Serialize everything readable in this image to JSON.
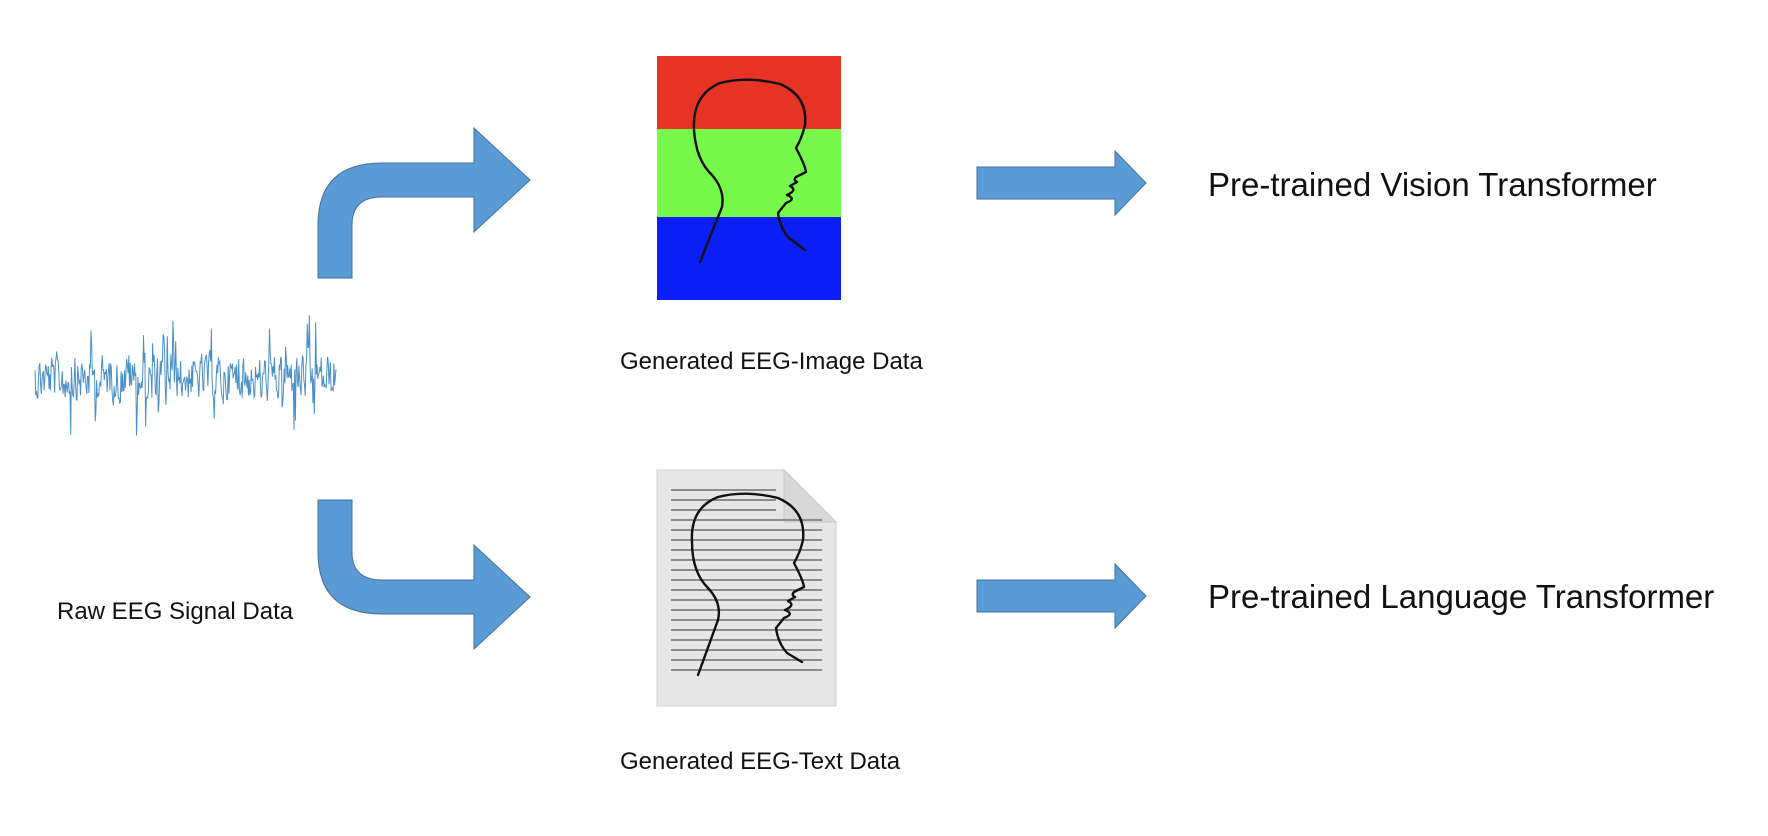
{
  "colors": {
    "arrow_fill": "#5B9BD5",
    "arrow_stroke": "#41719C",
    "signal": "#4A90C8",
    "band_red": "#E63326",
    "band_green": "#77F94C",
    "band_blue": "#0A1EF5",
    "doc_paper": "#E6E6E6",
    "doc_lines": "#8C8C8C",
    "head_outline": "#111111"
  },
  "icons": {
    "signal": "eeg-waveform-icon",
    "image": "rgb-head-image-icon",
    "text": "text-document-head-icon",
    "arrows": "right-arrow-icon"
  },
  "labels": {
    "raw_signal": "Raw EEG Signal Data",
    "eeg_image": "Generated EEG-Image Data",
    "eeg_text": "Generated EEG-Text Data",
    "vision_model": "Pre-trained Vision Transformer",
    "language_model": "Pre-trained Language Transformer"
  }
}
